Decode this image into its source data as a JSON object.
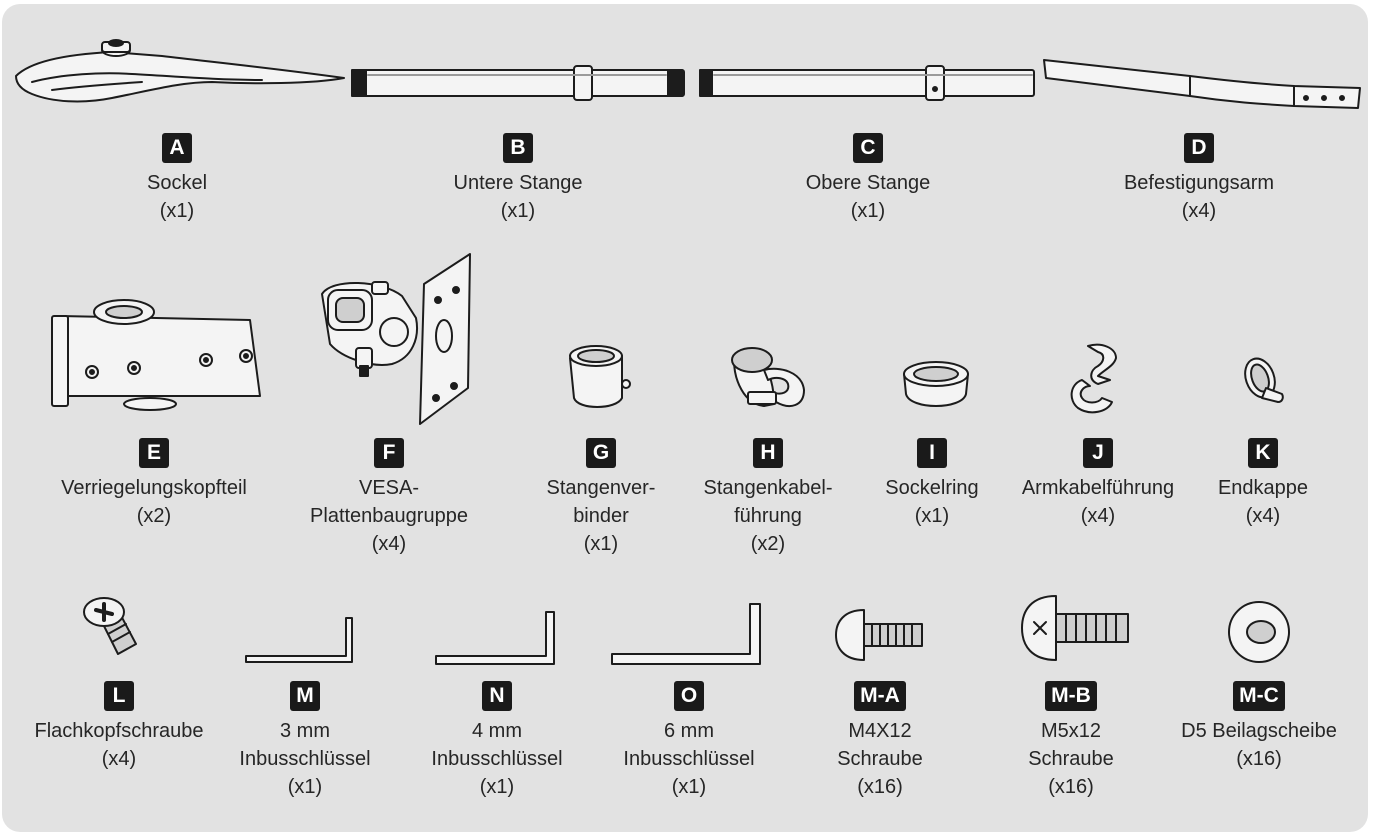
{
  "parts": [
    {
      "id": "A",
      "name": "Sockel",
      "qty": "(x1)"
    },
    {
      "id": "B",
      "name": "Untere Stange",
      "qty": "(x1)"
    },
    {
      "id": "C",
      "name": "Obere Stange",
      "qty": "(x1)"
    },
    {
      "id": "D",
      "name": "Befestigungsarm",
      "qty": "(x4)"
    },
    {
      "id": "E",
      "name": "Verriegelungskopfteil",
      "qty": "(x2)"
    },
    {
      "id": "F",
      "name": "VESA-\nPlattenbaugruppe",
      "qty": "(x4)"
    },
    {
      "id": "G",
      "name": "Stangenver-\nbinder",
      "qty": "(x1)"
    },
    {
      "id": "H",
      "name": "Stangenkabel-\nführung",
      "qty": "(x2)"
    },
    {
      "id": "I",
      "name": "Sockelring",
      "qty": "(x1)"
    },
    {
      "id": "J",
      "name": "Armkabelführung",
      "qty": "(x4)"
    },
    {
      "id": "K",
      "name": "Endkappe",
      "qty": "(x4)"
    },
    {
      "id": "L",
      "name": "Flachkopfschraube",
      "qty": "(x4)"
    },
    {
      "id": "M",
      "name": "3 mm\nInbusschlüssel",
      "qty": "(x1)"
    },
    {
      "id": "N",
      "name": "4 mm\nInbusschlüssel",
      "qty": "(x1)"
    },
    {
      "id": "O",
      "name": "6 mm\nInbusschlüssel",
      "qty": "(x1)"
    },
    {
      "id": "M-A",
      "name": "M4X12\nSchraube",
      "qty": "(x16)"
    },
    {
      "id": "M-B",
      "name": "M5x12\nSchraube",
      "qty": "(x16)"
    },
    {
      "id": "M-C",
      "name": "D5 Beilagscheibe",
      "qty": "(x16)"
    }
  ]
}
